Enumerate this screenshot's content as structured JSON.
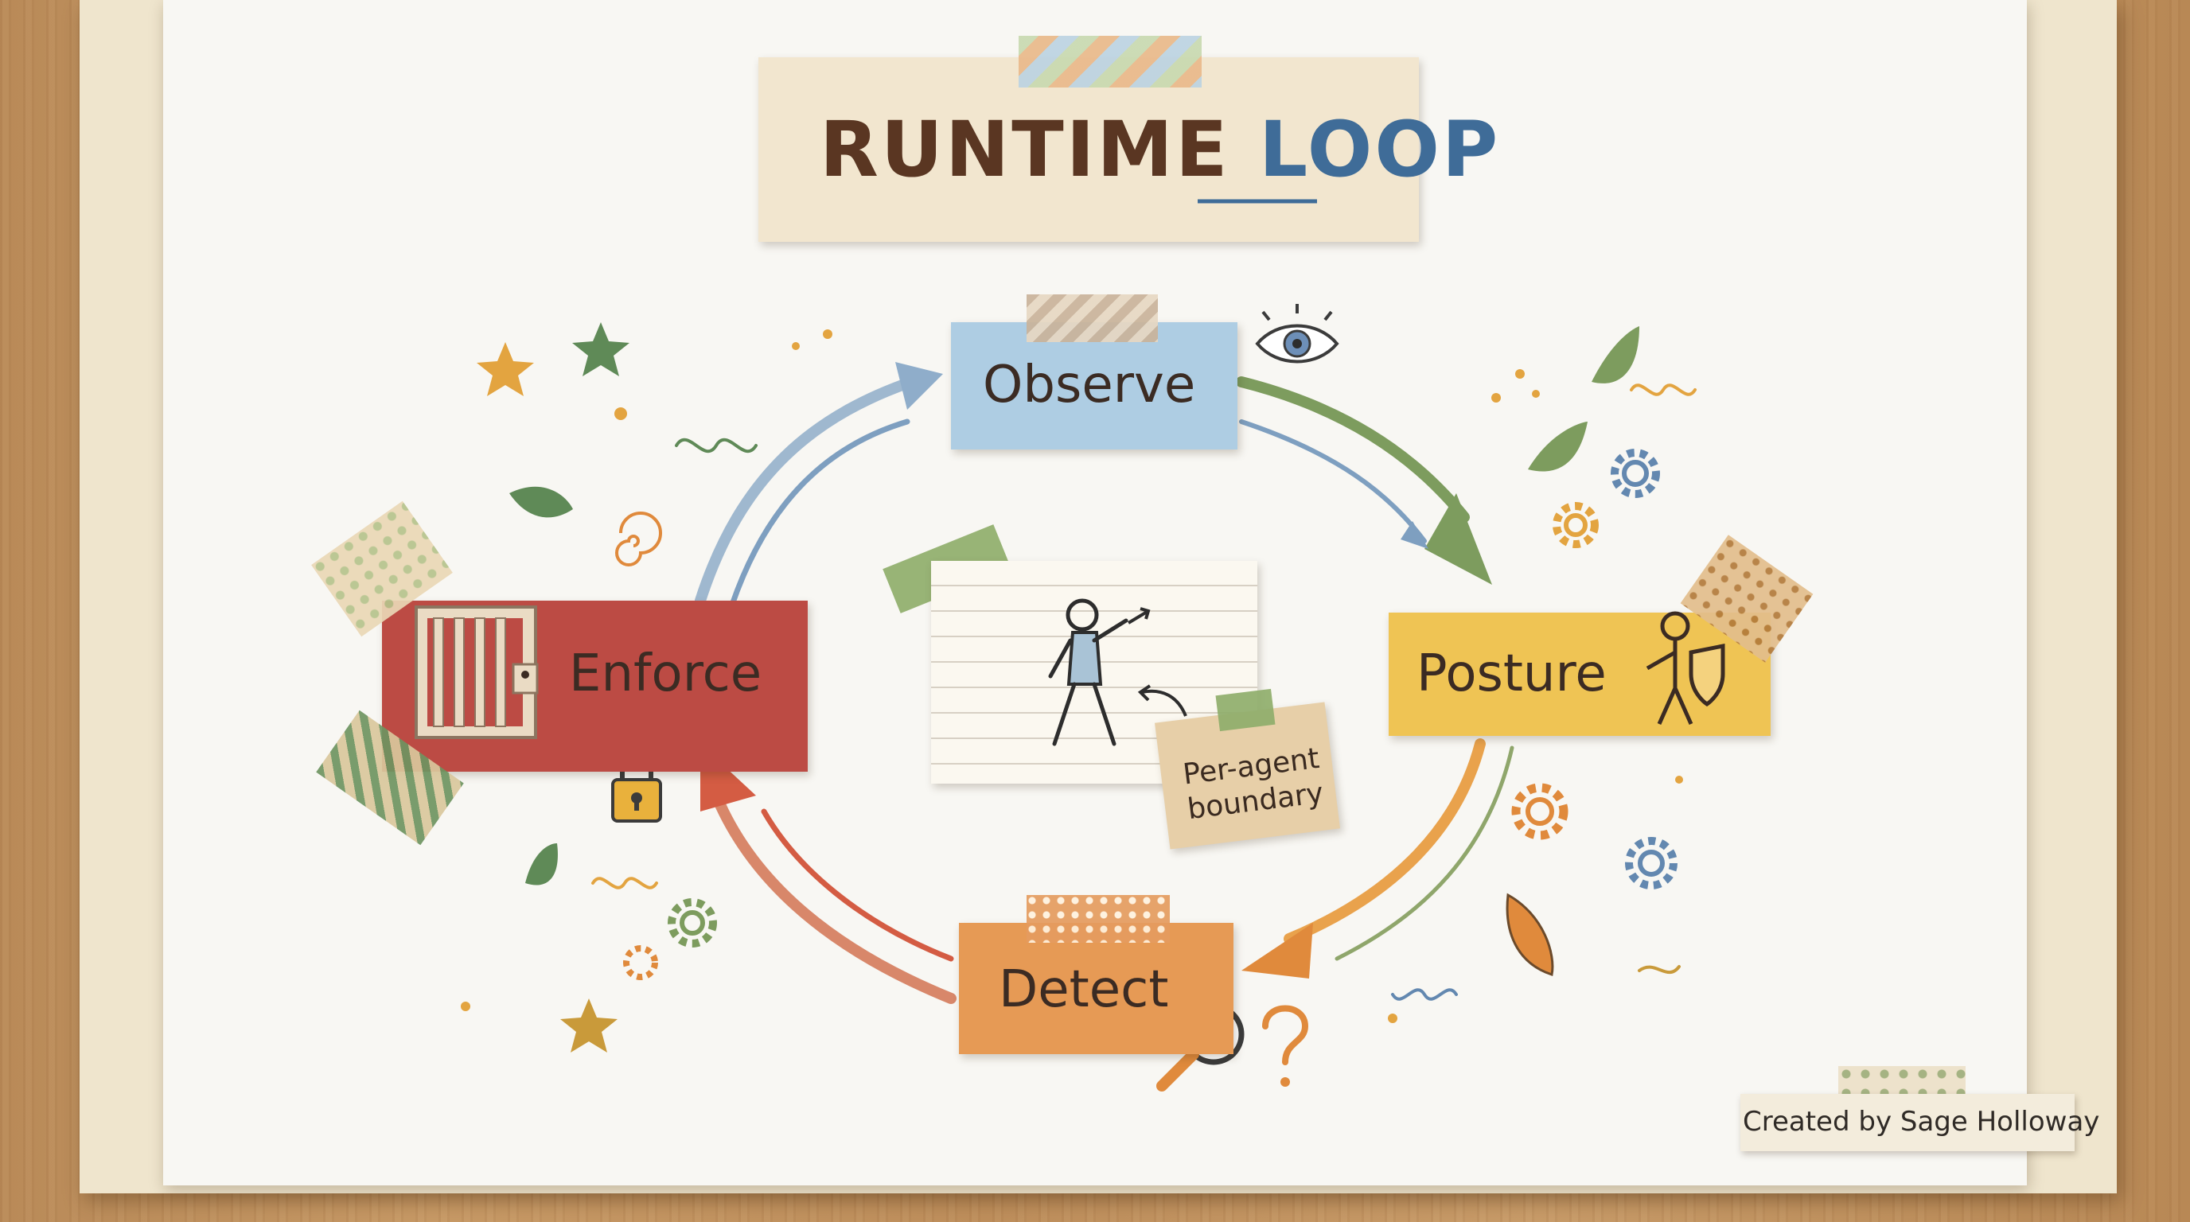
{
  "title": {
    "main": "RUNTIME",
    "accent": "LOOP"
  },
  "nodes": {
    "observe": "Observe",
    "posture": "Posture",
    "detect": "Detect",
    "enforce": "Enforce"
  },
  "center": {
    "note": "Per-agent boundary"
  },
  "credit": "Created by Sage Holloway",
  "colors": {
    "observe": "#aecde3",
    "posture": "#efc454",
    "detect": "#e69a55",
    "enforce": "#bc4b44",
    "arrow_blue": "#7e9fc0",
    "arrow_green": "#7d9c5e",
    "arrow_orange": "#e08a3c",
    "arrow_red": "#d45c43"
  },
  "icons": [
    "eye-icon",
    "jail-bars-icon",
    "padlock-icon",
    "shield-person-icon",
    "magnifier-icon",
    "question-mark-icon",
    "stick-figure-icon",
    "gear-icon",
    "star-icon",
    "leaf-icon"
  ]
}
